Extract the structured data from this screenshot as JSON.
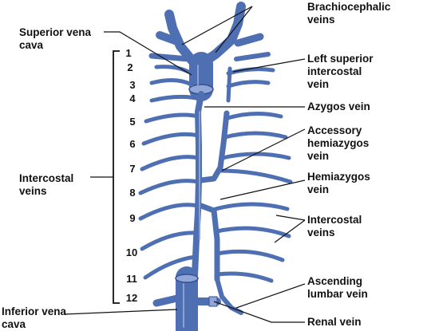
{
  "labels": {
    "superior_vena_cava": "Superior vena\ncava",
    "intercostal_veins_left": "Intercostal\nveins",
    "inferior_vena_cava": "Inferior vena\ncava",
    "brachiocephalic_veins": "Brachiocephalic\nveins",
    "left_superior_intercostal_vein": "Left superior\nintercostal\nvein",
    "azygos_vein": "Azygos vein",
    "accessory_hemiazygos_vein": "Accessory\nhemiazygos\nvein",
    "hemiazygos_vein": "Hemiazygos\nvein",
    "intercostal_veins_right": "Intercostal\nveins",
    "ascending_lumbar_vein": "Ascending\nlumbar vein",
    "renal_vein": "Renal vein"
  },
  "rib_numbers": [
    "1",
    "2",
    "3",
    "4",
    "5",
    "6",
    "7",
    "8",
    "9",
    "10",
    "11",
    "12"
  ],
  "colors": {
    "vein": "#4f6fb3",
    "vein_light": "#8fa6d6",
    "vein_dark": "#34508f",
    "leader": "#111111"
  }
}
